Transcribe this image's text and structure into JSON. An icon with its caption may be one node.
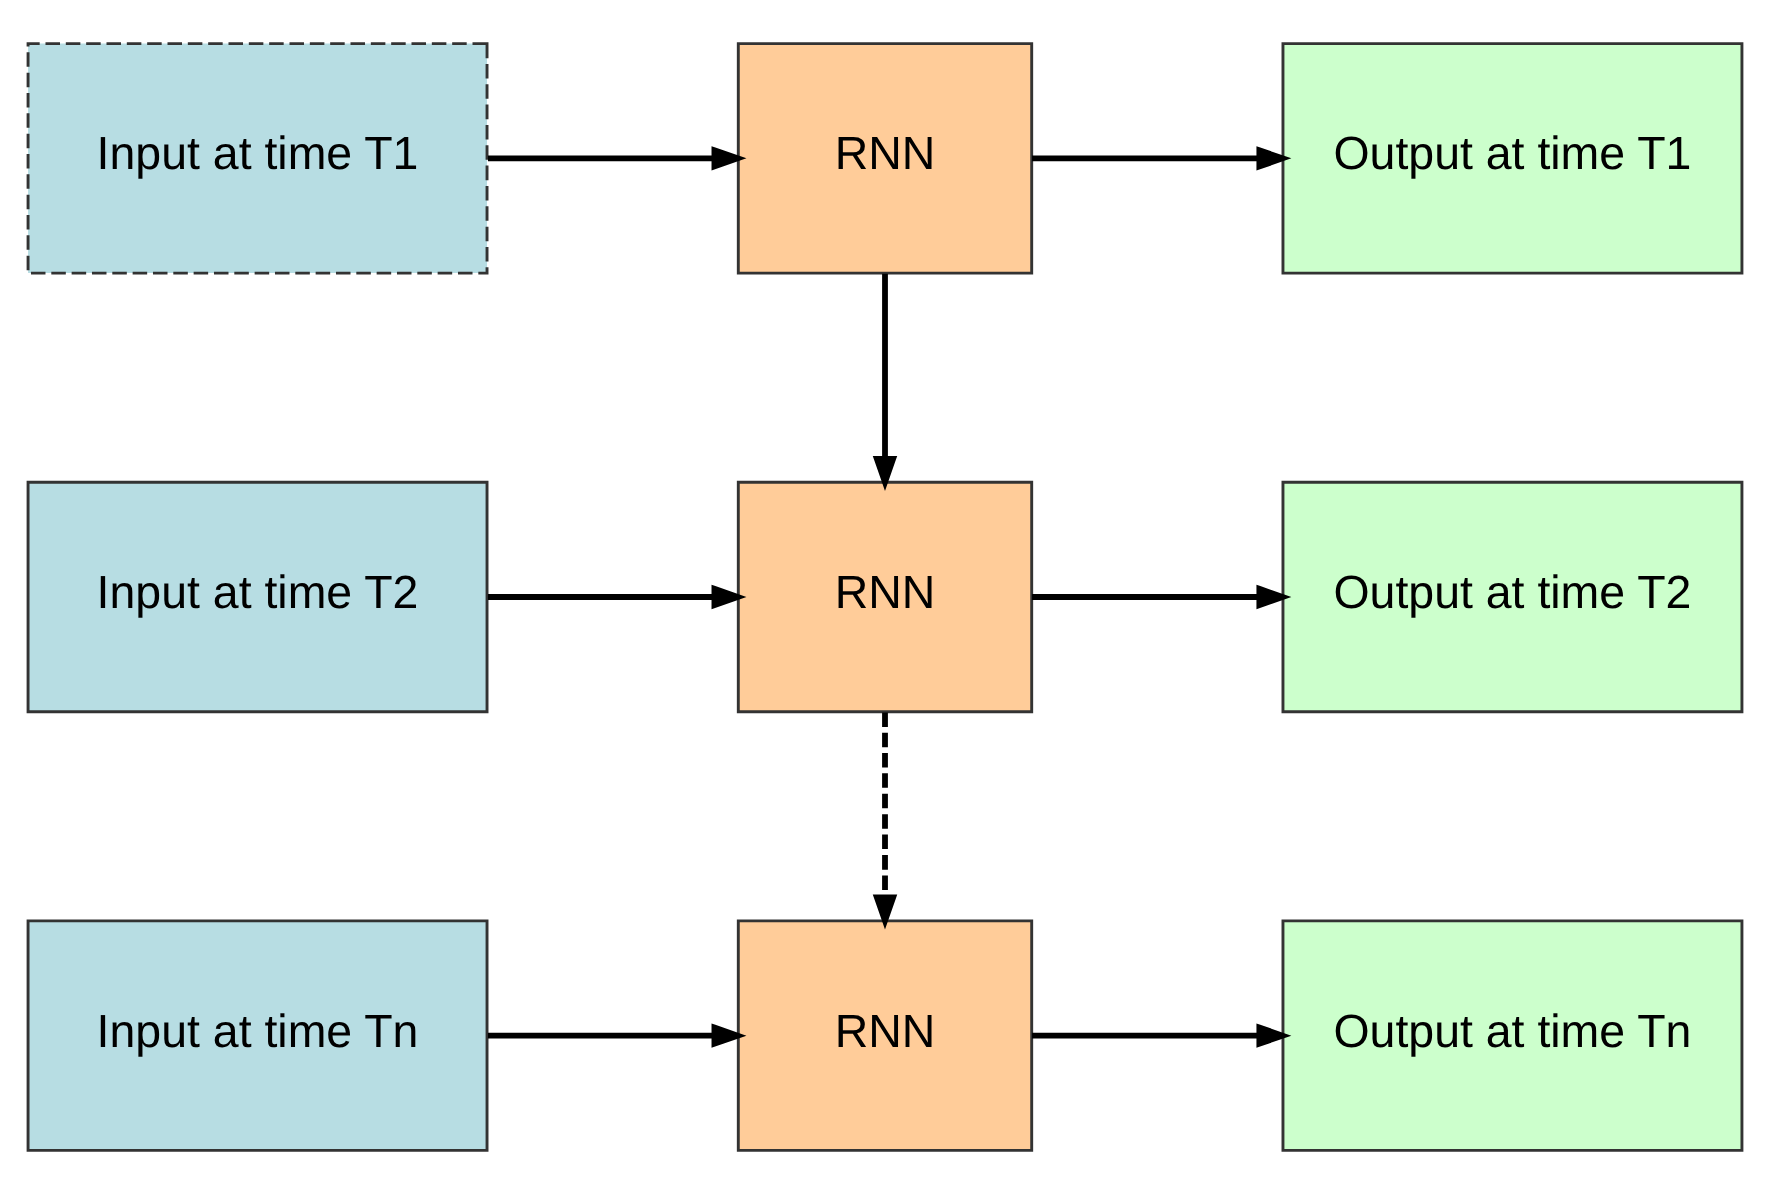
{
  "diagram": {
    "nodes": [
      {
        "text": [
          "Input at time T1"
        ]
      },
      {
        "text": [
          "RNN"
        ]
      },
      {
        "text": [
          "Output at time T1"
        ]
      },
      {
        "text": [
          "Input at time T2"
        ]
      },
      {
        "text": [
          "RNN"
        ]
      },
      {
        "text": [
          "Output at time T2"
        ]
      },
      {
        "text": [
          "Input at time Tn"
        ]
      },
      {
        "text": [
          "RNN"
        ]
      },
      {
        "text": [
          "Output at time Tn"
        ]
      }
    ],
    "edges": [
      {
        "from": 0,
        "to": 1,
        "arrow": "to"
      },
      {
        "from": 1,
        "to": 2,
        "arrow": "to"
      },
      {
        "from": 1,
        "to": 4,
        "arrow": "to"
      },
      {
        "from": 3,
        "to": 4,
        "arrow": "to"
      },
      {
        "from": 4,
        "to": 5,
        "arrow": "to"
      },
      {
        "from": 4,
        "to": 7,
        "arrow": "to",
        "style": "dashed"
      },
      {
        "from": 6,
        "to": 7,
        "arrow": "to"
      },
      {
        "from": 7,
        "to": 8,
        "arrow": "to"
      }
    ]
  }
}
